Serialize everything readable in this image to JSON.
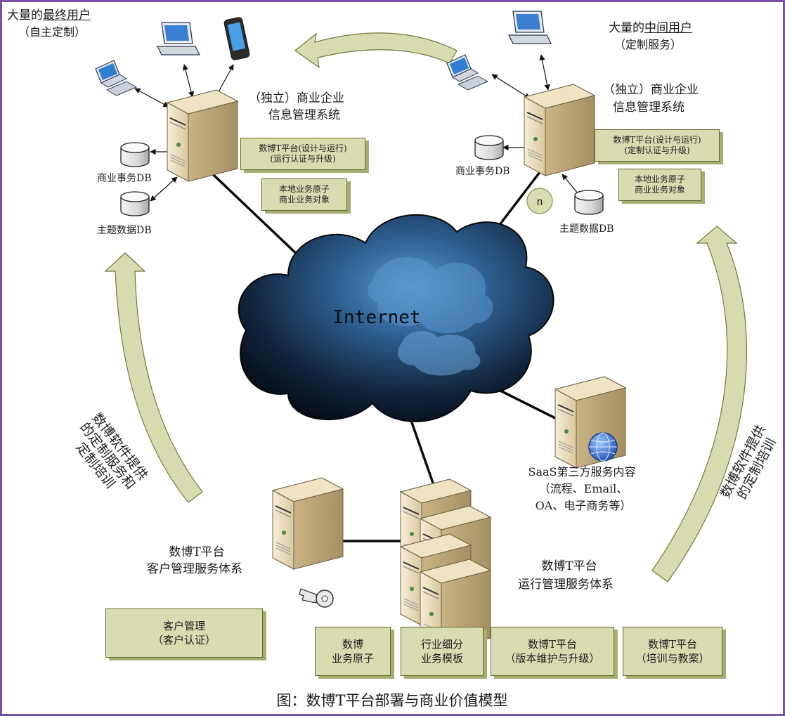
{
  "colors": {
    "frame_border": "#7b4fa3",
    "box_fill": "#d9dcb0",
    "box_border": "#5f6a2a",
    "arrow_fill": "#d8dbb0",
    "cloud_dark": "#0d1b2c",
    "cloud_light": "#4f8fc9",
    "server_face": "#efe3c4"
  },
  "top_left": {
    "user_title_prefix": "大量的",
    "user_title_underlined": "最终用户",
    "user_subtitle": "（自主定制）",
    "system_title_line1": "（独立）商业企业",
    "system_title_line2": "信息管理系统",
    "platform_box": [
      "数博T平台(设计与运行)",
      "(运行认证与升级)"
    ],
    "local_box": [
      "本地业务原子",
      "商业业务对象"
    ],
    "db_business": "商业事务DB",
    "db_theme": "主题数据DB"
  },
  "top_right": {
    "user_title_prefix": "大量的",
    "user_title_underlined": "中间用户",
    "user_subtitle": "（定制服务）",
    "system_title_line1": "（独立）商业企业",
    "system_title_line2": "信息管理系统",
    "platform_box": [
      "数博T平台(设计与运行)",
      "(定制认证与升级)"
    ],
    "local_box": [
      "本地业务原子",
      "商业业务对象"
    ],
    "db_business": "商业事务DB",
    "db_theme": "主题数据DB",
    "node_badge": "n"
  },
  "cloud_label": "Internet",
  "saas": {
    "line1": "SaaS第三方服务内容",
    "line2": "（流程、Email、",
    "line3": "OA、电子商务等）"
  },
  "customer_system": {
    "line1": "数博T平台",
    "line2": "客户管理服务体系"
  },
  "operation_system": {
    "line1": "数博T平台",
    "line2": "运行管理服务体系"
  },
  "customer_box": [
    "客户管理",
    "（客户认证）"
  ],
  "bottom_boxes": [
    [
      "数博",
      "业务原子"
    ],
    [
      "行业细分",
      "业务模板"
    ],
    [
      "数博T平台",
      "（版本维护与升级）"
    ],
    [
      "数博T平台",
      "（培训与教案）"
    ]
  ],
  "left_arc_text": [
    "数博软件提供",
    "的定制服务和",
    "定制培训"
  ],
  "right_arc_text": [
    "数博软件提供",
    "的定制培训"
  ],
  "caption": "图：数博T平台部署与商业价值模型"
}
